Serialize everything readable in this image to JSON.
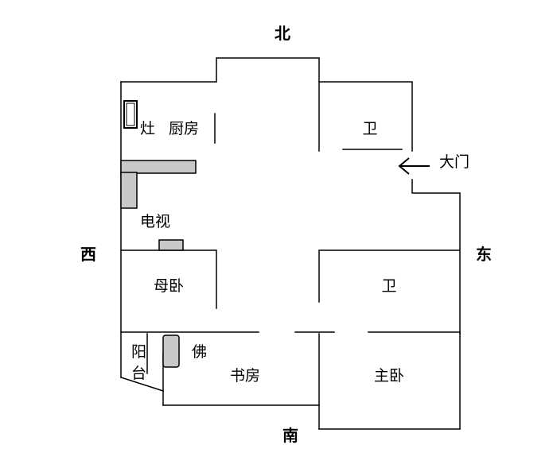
{
  "compass": {
    "north": "北",
    "south": "南",
    "east": "东",
    "west": "西"
  },
  "rooms": {
    "stove": "灶",
    "kitchen": "厨房",
    "bathroom_north": "卫",
    "entrance": "大门",
    "tv": "电视",
    "mother_bedroom": "母卧",
    "bathroom_east": "卫",
    "balcony_1": "阳",
    "balcony_2": "台",
    "buddha": "佛",
    "study": "书房",
    "master_bedroom": "主卧"
  }
}
